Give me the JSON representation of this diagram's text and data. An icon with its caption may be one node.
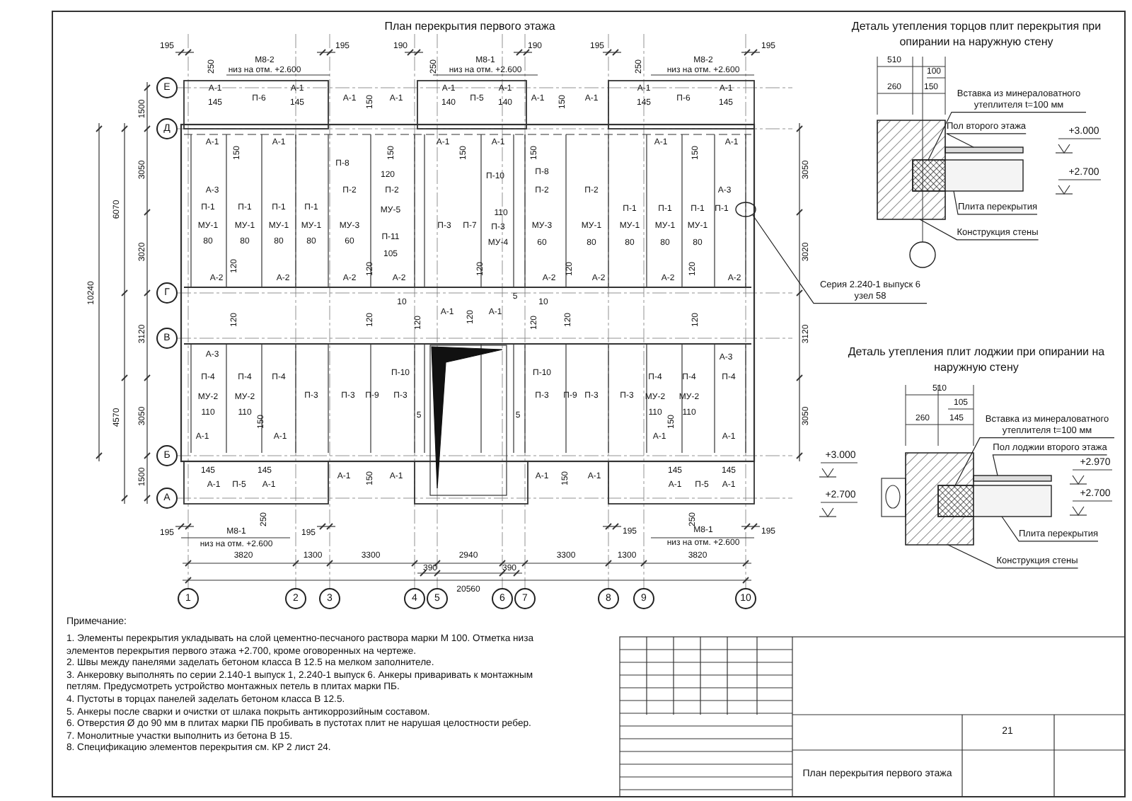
{
  "diagram": {
    "title": "План перекрытия первого этажа",
    "nodes": [
      {
        "text": [
          "Е"
        ]
      },
      {
        "text": [
          "Д"
        ]
      },
      {
        "text": [
          "Г"
        ]
      },
      {
        "text": [
          "В"
        ]
      },
      {
        "text": [
          "Б"
        ]
      },
      {
        "text": [
          "А"
        ]
      },
      {
        "text": [
          "1"
        ]
      },
      {
        "text": [
          "2"
        ]
      },
      {
        "text": [
          "3"
        ]
      },
      {
        "text": [
          "4"
        ]
      },
      {
        "text": [
          "5"
        ]
      },
      {
        "text": [
          "6"
        ]
      },
      {
        "text": [
          "7"
        ]
      },
      {
        "text": [
          "8"
        ]
      },
      {
        "text": [
          "9"
        ]
      },
      {
        "text": [
          "10"
        ]
      },
      {
        "text": [],
        "shape": "circle"
      },
      {
        "text": [
          "Серия 2.240-1 выпуск 6 узел 58"
        ]
      },
      {
        "text": [
          "Вставка из минераловатного утеплителя t=100 мм"
        ]
      },
      {
        "text": [],
        "shape": "box"
      },
      {
        "text": [
          "Пол второго этажа"
        ]
      },
      {
        "text": [],
        "shape": "box"
      },
      {
        "text": [
          "Плита перекрытия"
        ]
      },
      {
        "text": [],
        "shape": "box"
      },
      {
        "text": [
          "Конструкция стены"
        ]
      },
      {
        "text": [],
        "shape": "box"
      },
      {
        "text": [
          "Вставка из минераловатного утеплителя t=100 мм"
        ]
      },
      {
        "text": [],
        "shape": "box"
      },
      {
        "text": [
          "Пол лоджии второго этажа"
        ]
      },
      {
        "text": [],
        "shape": "box"
      },
      {
        "text": [
          "Плита перекрытия"
        ]
      },
      {
        "text": [],
        "shape": "box"
      },
      {
        "text": [
          "Конструкция стены"
        ]
      },
      {
        "text": [],
        "shape": "box"
      },
      {
        "text": [],
        "shape": "circle"
      }
    ],
    "edges": [
      {
        "from": 17,
        "to": 16,
        "arrow": "none"
      },
      {
        "from": 18,
        "to": 19,
        "arrow": "none"
      },
      {
        "from": 20,
        "to": 21,
        "arrow": "none"
      },
      {
        "from": 22,
        "to": 23,
        "arrow": "none"
      },
      {
        "from": 24,
        "to": 25,
        "arrow": "none"
      },
      {
        "from": 26,
        "to": 27,
        "arrow": "none"
      },
      {
        "from": 28,
        "to": 29,
        "arrow": "none"
      },
      {
        "from": 30,
        "to": 31,
        "arrow": "none"
      },
      {
        "from": 32,
        "to": 33,
        "arrow": "none"
      }
    ],
    "labels": [
      "195",
      "195",
      "190",
      "190",
      "195",
      "195",
      "М8-2",
      "низ на отм. +2.600",
      "250",
      "М8-1",
      "низ на отм. +2.600",
      "250",
      "М8-2",
      "низ на отм. +2.600",
      "250",
      "А-1",
      "145",
      "П-6",
      "А-1",
      "145",
      "А-1",
      "150",
      "А-1",
      "А-1",
      "140",
      "П-5",
      "А-1",
      "140",
      "А-1",
      "150",
      "А-1",
      "А-1",
      "145",
      "П-6",
      "А-1",
      "145",
      "А-1",
      "150",
      "А-1",
      "150",
      "А-1",
      "150",
      "А-1",
      "150",
      "А-1",
      "150",
      "А-1",
      "П-8",
      "120",
      "П-10",
      "П-8",
      "А-3",
      "П-2",
      "П-2",
      "П-2",
      "П-2",
      "А-3",
      "П-1",
      "П-1",
      "П-1",
      "П-1",
      "МУ-5",
      "110",
      "П-1",
      "П-1",
      "П-1",
      "П-1",
      "МУ-1",
      "МУ-1",
      "МУ-1",
      "МУ-1",
      "МУ-3",
      "П-3",
      "П-7",
      "П-3",
      "МУ-3",
      "МУ-1",
      "МУ-1",
      "МУ-1",
      "МУ-1",
      "80",
      "80",
      "80",
      "80",
      "60",
      "П-11",
      "МУ-4",
      "60",
      "80",
      "80",
      "80",
      "80",
      "105",
      "120",
      "120",
      "120",
      "120",
      "120",
      "А-2",
      "А-2",
      "А-2",
      "А-2",
      "А-2",
      "А-2",
      "А-2",
      "А-2",
      "120",
      "120",
      "10",
      "120",
      "А-1",
      "120",
      "5",
      "А-1",
      "10",
      "120",
      "120",
      "120",
      "А-3",
      "А-3",
      "П-10",
      "П-10",
      "П-4",
      "П-4",
      "П-4",
      "П-4",
      "П-4",
      "П-4",
      "МУ-2",
      "МУ-2",
      "П-3",
      "П-3",
      "П-9",
      "П-3",
      "П-3",
      "П-9",
      "П-3",
      "П-3",
      "МУ-2",
      "МУ-2",
      "110",
      "110",
      "110",
      "110",
      "5",
      "5",
      "150",
      "150",
      "А-1",
      "А-1",
      "А-1",
      "А-1",
      "145",
      "145",
      "145",
      "145",
      "150",
      "150",
      "А-1",
      "А-1",
      "А-1",
      "А-1",
      "А-1",
      "П-5",
      "А-1",
      "А-1",
      "П-5",
      "А-1",
      "250",
      "250",
      "195",
      "М8-1",
      "195",
      "195",
      "М8-1",
      "195",
      "низ на отм. +2.600",
      "низ на отм. +2.600",
      "3820",
      "1300",
      "3300",
      "2940",
      "3300",
      "1300",
      "3820",
      "390",
      "20560",
      "390",
      "1500",
      "3050",
      "6070",
      "3020",
      "10240",
      "3120",
      "4570",
      "3050",
      "1500",
      "3050",
      "3020",
      "3120",
      "3050",
      "Деталь утепления торцов плит перекрытия при опирании на наружную стену",
      "510",
      "100",
      "260",
      "150",
      "+3.000",
      "+2.700",
      "Деталь утепления плит лоджии при опирании на наружную стену",
      "510",
      "105",
      "260",
      "145",
      "+3.000",
      "+2.970",
      "+2.700",
      "+2.700",
      "Примечание:",
      "1. Элементы перекрытия укладывать на слой цементно-песчаного раствора марки М 100. Отметка низа элементов перекрытия первого этажа +2.700, кроме оговоренных на чертеже.",
      "2. Швы между панелями заделать бетоном класса В 12.5 на мелком заполнителе.",
      "3. Анкеровку выполнять по серии 2.140-1 выпуск 1, 2.240-1 выпуск 6. Анкеры приваривать к монтажным петлям. Предусмотреть устройство монтажных петель в плитах марки ПБ.",
      "4. Пустоты в торцах панелей заделать бетоном класса В 12.5.",
      "5. Анкеры после сварки и очистки от шлака покрыть антикоррозийным составом.",
      "6. Отверстия Ø до 90 мм в плитах марки ПБ пробивать в пустотах плит не нарушая целостности ребер.",
      "7. Монолитные участки выполнить из бетона В 15.",
      "8. Спецификацию элементов перекрытия см. КР 2 лист 24.",
      "21",
      "План перекрытия первого этажа"
    ]
  }
}
